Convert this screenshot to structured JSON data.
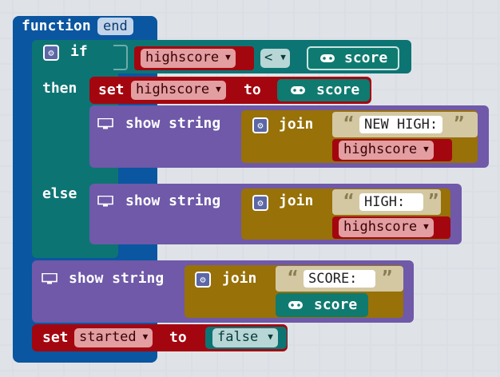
{
  "colors": {
    "function": "#0a56a0",
    "logic": "#0d7474",
    "variables": "#a4060f",
    "basic": "#6f59a8",
    "text": "#987108",
    "string": "#d4c8a3",
    "input": "#0f7a70"
  },
  "function_block": {
    "keyword": "function",
    "name": "end"
  },
  "if_block": {
    "if_label": "if",
    "then_label": "then",
    "else_label": "else",
    "condition": {
      "left_var": "highscore",
      "operator": "<",
      "right_label": "score"
    }
  },
  "then_branch": {
    "set": {
      "set_label": "set",
      "var": "highscore",
      "to_label": "to",
      "value_label": "score"
    },
    "show": {
      "label": "show string",
      "join_label": "join",
      "text": "NEW HIGH:",
      "var": "highscore"
    }
  },
  "else_branch": {
    "show": {
      "label": "show string",
      "join_label": "join",
      "text": "HIGH:",
      "var": "highscore"
    }
  },
  "after": {
    "show": {
      "label": "show string",
      "join_label": "join",
      "text": "SCORE:",
      "value_label": "score"
    },
    "set": {
      "set_label": "set",
      "var": "started",
      "to_label": "to",
      "value": "false"
    }
  },
  "icons": {
    "gear": "gear-icon",
    "monitor": "monitor-icon",
    "gamepad": "gamepad-icon",
    "dropdown": "dropdown-arrow-icon"
  },
  "glyphs": {
    "gear": "⚙",
    "arrow": "▼",
    "open_quote": "“",
    "close_quote": "”"
  }
}
